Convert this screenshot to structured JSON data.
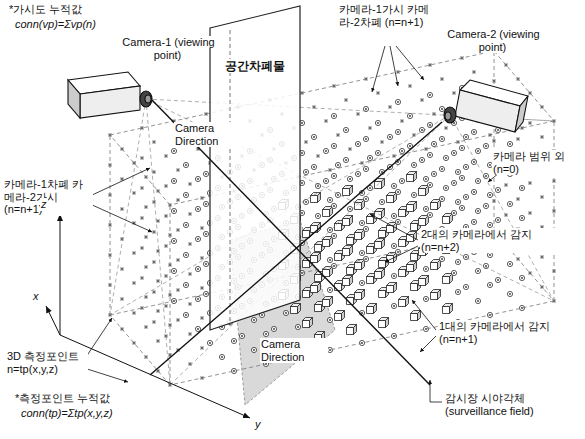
{
  "diagram": {
    "nodes": [
      {
        "text": [
          "Camera-1 (viewing point)"
        ]
      },
      {
        "text": [
          "공간차폐물"
        ]
      },
      {
        "text": [
          "Camera-2 (viewing point)"
        ]
      }
    ],
    "labels": [
      "*가시도 누적값",
      "conn(vp)=Σvp(n)",
      "카메라-1가시 카메라-2차폐 (n=n+1)",
      "Camera Direction",
      "카메라 범위 외 (n=0)",
      "카메라-1차폐 카메라-2가시 (n=n+1)",
      "z",
      "2대의 카메라에서 감지 (n=n+2)",
      "x",
      "3D 측정포인트 n=tp(x,y,z)",
      "1대의 카메라에서 감지 (n=n+1)",
      "*측정포인트 누적값",
      "conn(tp)=Σtp(x,y,z)",
      "Camera Direction",
      "감시장 시야각체 (surveillance field)",
      "y"
    ]
  }
}
